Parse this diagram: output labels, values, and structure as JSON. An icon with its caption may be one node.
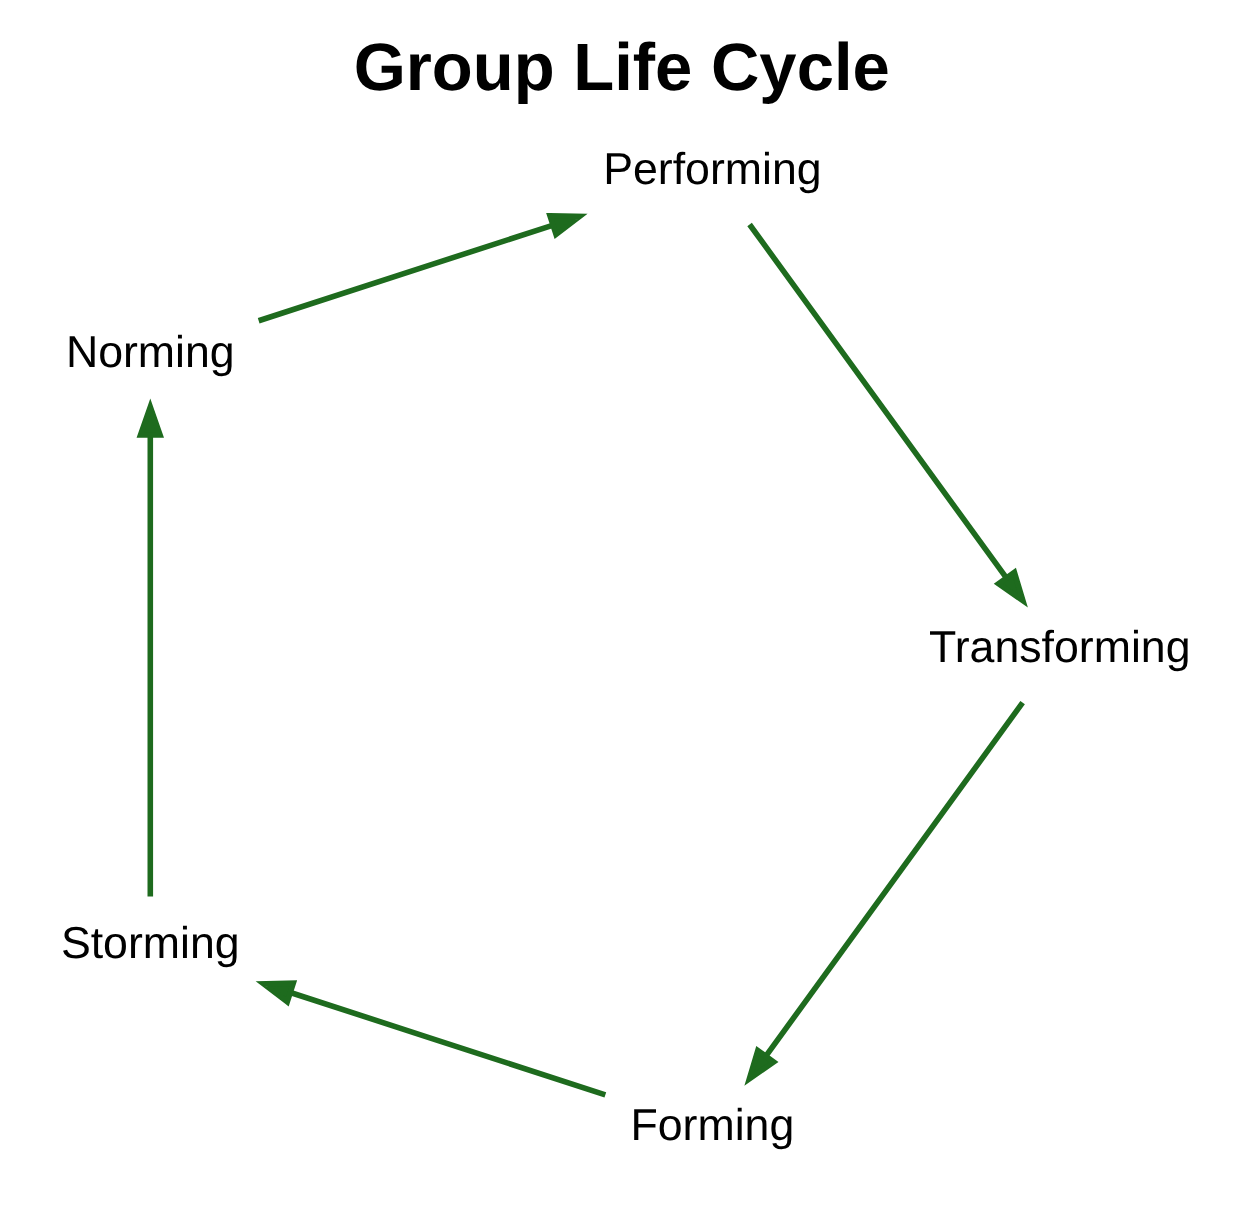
{
  "diagram": {
    "title": "Group Life Cycle",
    "nodes": [
      {
        "text": [
          "Forming"
        ]
      },
      {
        "text": [
          "Storming"
        ]
      },
      {
        "text": [
          "Norming"
        ]
      },
      {
        "text": [
          "Performing"
        ]
      },
      {
        "text": [
          "Transforming"
        ]
      }
    ],
    "edges": [
      {
        "from": 0,
        "to": 1,
        "arrow": "to"
      },
      {
        "from": 1,
        "to": 2,
        "arrow": "to"
      },
      {
        "from": 2,
        "to": 3,
        "arrow": "to"
      },
      {
        "from": 3,
        "to": 4,
        "arrow": "to"
      },
      {
        "from": 4,
        "to": 0,
        "arrow": "to"
      }
    ]
  }
}
